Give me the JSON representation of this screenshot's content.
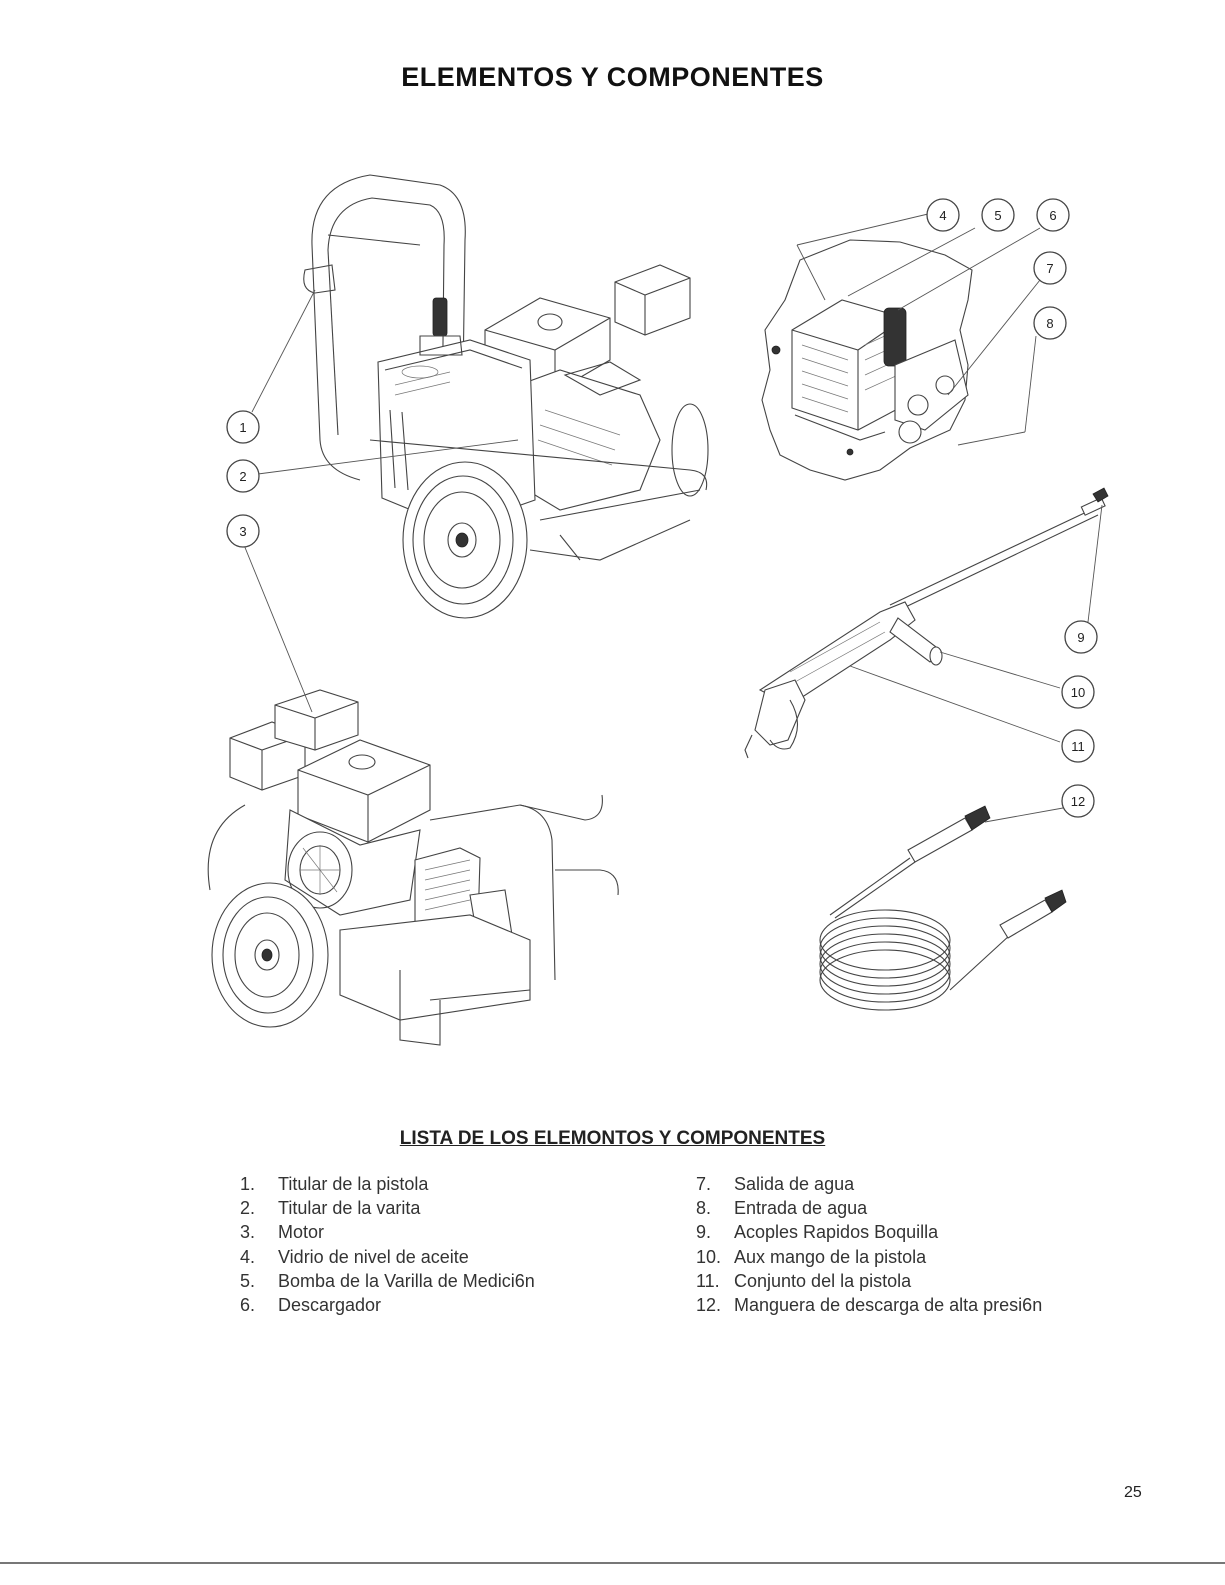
{
  "page": {
    "title": "ELEMENTOS Y COMPONENTES",
    "page_number": "25"
  },
  "callouts": [
    "1",
    "2",
    "3",
    "4",
    "5",
    "6",
    "7",
    "8",
    "9",
    "10",
    "11",
    "12"
  ],
  "parts_list": {
    "title": "LISTA DE LOS ELEMONTOS Y COMPONENTES",
    "left": [
      {
        "num": "1.",
        "label": "Titular de la pistola"
      },
      {
        "num": "2.",
        "label": "Titular de la varita"
      },
      {
        "num": "3.",
        "label": "Motor"
      },
      {
        "num": "4.",
        "label": "Vidrio de nivel de aceite"
      },
      {
        "num": "5.",
        "label": "Bomba de la Varilla de Medici6n"
      },
      {
        "num": "6.",
        "label": "Descargador"
      }
    ],
    "right": [
      {
        "num": "7.",
        "label": "Salida de agua"
      },
      {
        "num": "8.",
        "label": "Entrada de agua"
      },
      {
        "num": "9.",
        "label": "Acoples Rapidos Boquilla"
      },
      {
        "num": "10.",
        "label": "Aux mango de la pistola"
      },
      {
        "num": "11.",
        "label": "Conjunto del la pistola"
      },
      {
        "num": "12.",
        "label": "Manguera de descarga de alta presi6n"
      }
    ]
  }
}
